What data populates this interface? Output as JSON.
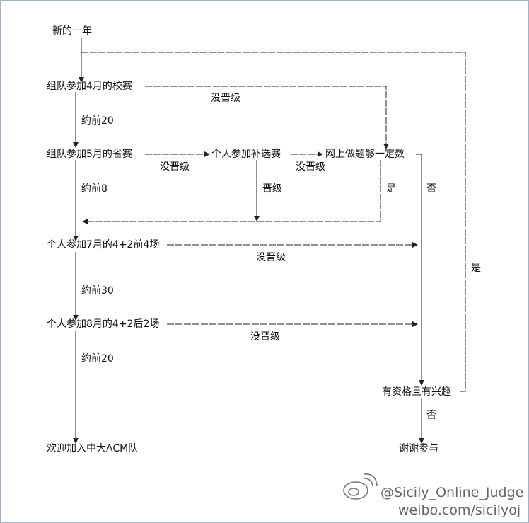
{
  "nodes": {
    "new_year": "新的一年",
    "school_contest": "组队参加4月的校赛",
    "provincial_contest": "组队参加5月的省赛",
    "individual_supplement": "个人参加补选赛",
    "online_problems": "网上做题够一定数",
    "july_42": "个人参加7月的4+2前4场",
    "aug_42": "个人参加8月的4+2后2场",
    "qualified_interest": "有资格且有兴趣",
    "welcome": "欢迎加入中大ACM队",
    "thanks": "谢谢参与"
  },
  "edges": {
    "school_fail": "没晋级",
    "about_top20_a": "约前20",
    "provincial_fail": "没晋级",
    "supplement_fail": "没晋级",
    "about_top8": "约前8",
    "promoted": "晋级",
    "yes_online": "是",
    "no_online": "否",
    "july_fail": "没晋级",
    "about_top30": "约前30",
    "aug_fail": "没晋级",
    "about_top20_b": "约前20",
    "yes_loop": "是",
    "no_final": "否"
  },
  "watermark": {
    "handle": "@Sicily_Online_Judge",
    "url": "weibo.com/sicilyoj"
  },
  "colors": {
    "line": "#222222",
    "frame": "#9fb4cc",
    "watermark": "#666666"
  }
}
